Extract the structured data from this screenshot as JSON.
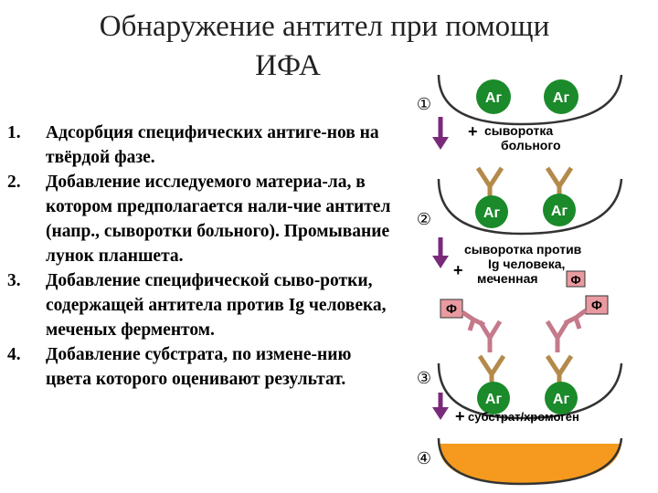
{
  "title": {
    "line1": "Обнаружение антител при помощи",
    "line2": "ИФА"
  },
  "steps": [
    {
      "num": "1.",
      "text": "Адсорбция специфических антиге-нов на твёрдой фазе."
    },
    {
      "num": "2.",
      "text": "Добавление исследуемого материа-ла, в котором предполагается нали-чие антител (напр., сыворотки больного). Промывание лунок планшета."
    },
    {
      "num": "3.",
      "text": "Добавление специфической сыво-ротки, содержащей антитела против Ig человека, меченых ферментом."
    },
    {
      "num": "4.",
      "text": "Добавление субстрата, по измене-нию цвета которого оценивают результат."
    }
  ],
  "diagram": {
    "stage_labels": [
      "①",
      "②",
      "③",
      "④"
    ],
    "antigen_label": "Аг",
    "enzyme_label": "Ф",
    "arrow1": {
      "plus": "+",
      "line1": "сыворотка",
      "line2": "больного"
    },
    "arrow2": {
      "plus": "+",
      "line1": "сыворотка против",
      "line2": "Ig человека,",
      "line3": "меченная"
    },
    "arrow3": {
      "plus": "+",
      "text": "субстрат/хромоген"
    },
    "colors": {
      "antigen": "#1a8a2a",
      "antibody": "#b48a4a",
      "labeled_antibody": "#c47a8a",
      "enzyme": "#e89aa0",
      "arrow": "#7a2a7a",
      "substrate": "#f59a1e"
    }
  }
}
